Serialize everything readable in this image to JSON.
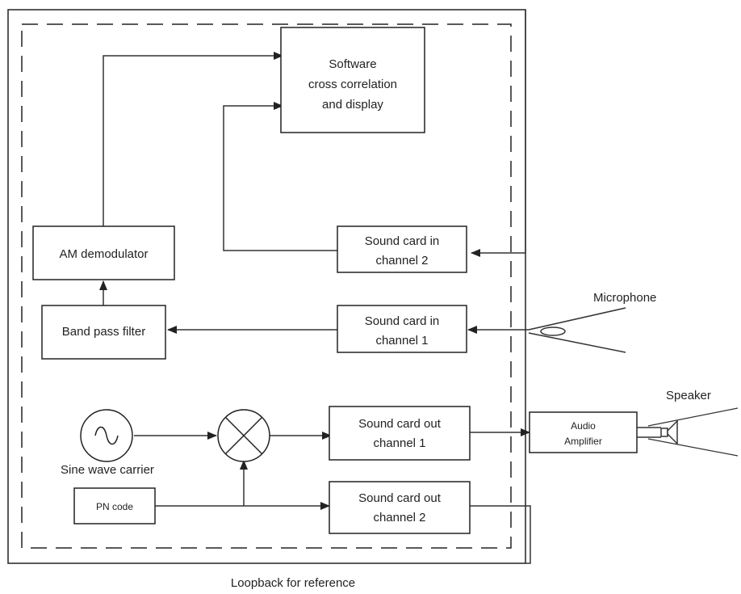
{
  "blocks": {
    "software": [
      "Software",
      "cross correlation",
      "and display"
    ],
    "am_demodulator": "AM demodulator",
    "band_pass_filter": "Band pass filter",
    "sound_in_2": [
      "Sound card in",
      "channel 2"
    ],
    "sound_in_1": [
      "Sound card in",
      "channel 1"
    ],
    "sound_out_1": [
      "Sound card out",
      "channel 1"
    ],
    "sound_out_2": [
      "Sound card out",
      "channel 2"
    ],
    "audio_amplifier": [
      "Audio",
      "Amplifier"
    ],
    "pn_code": "PN code"
  },
  "labels": {
    "sine_wave_carrier": "Sine wave carrier",
    "microphone": "Microphone",
    "speaker": "Speaker",
    "loopback": "Loopback for reference"
  }
}
